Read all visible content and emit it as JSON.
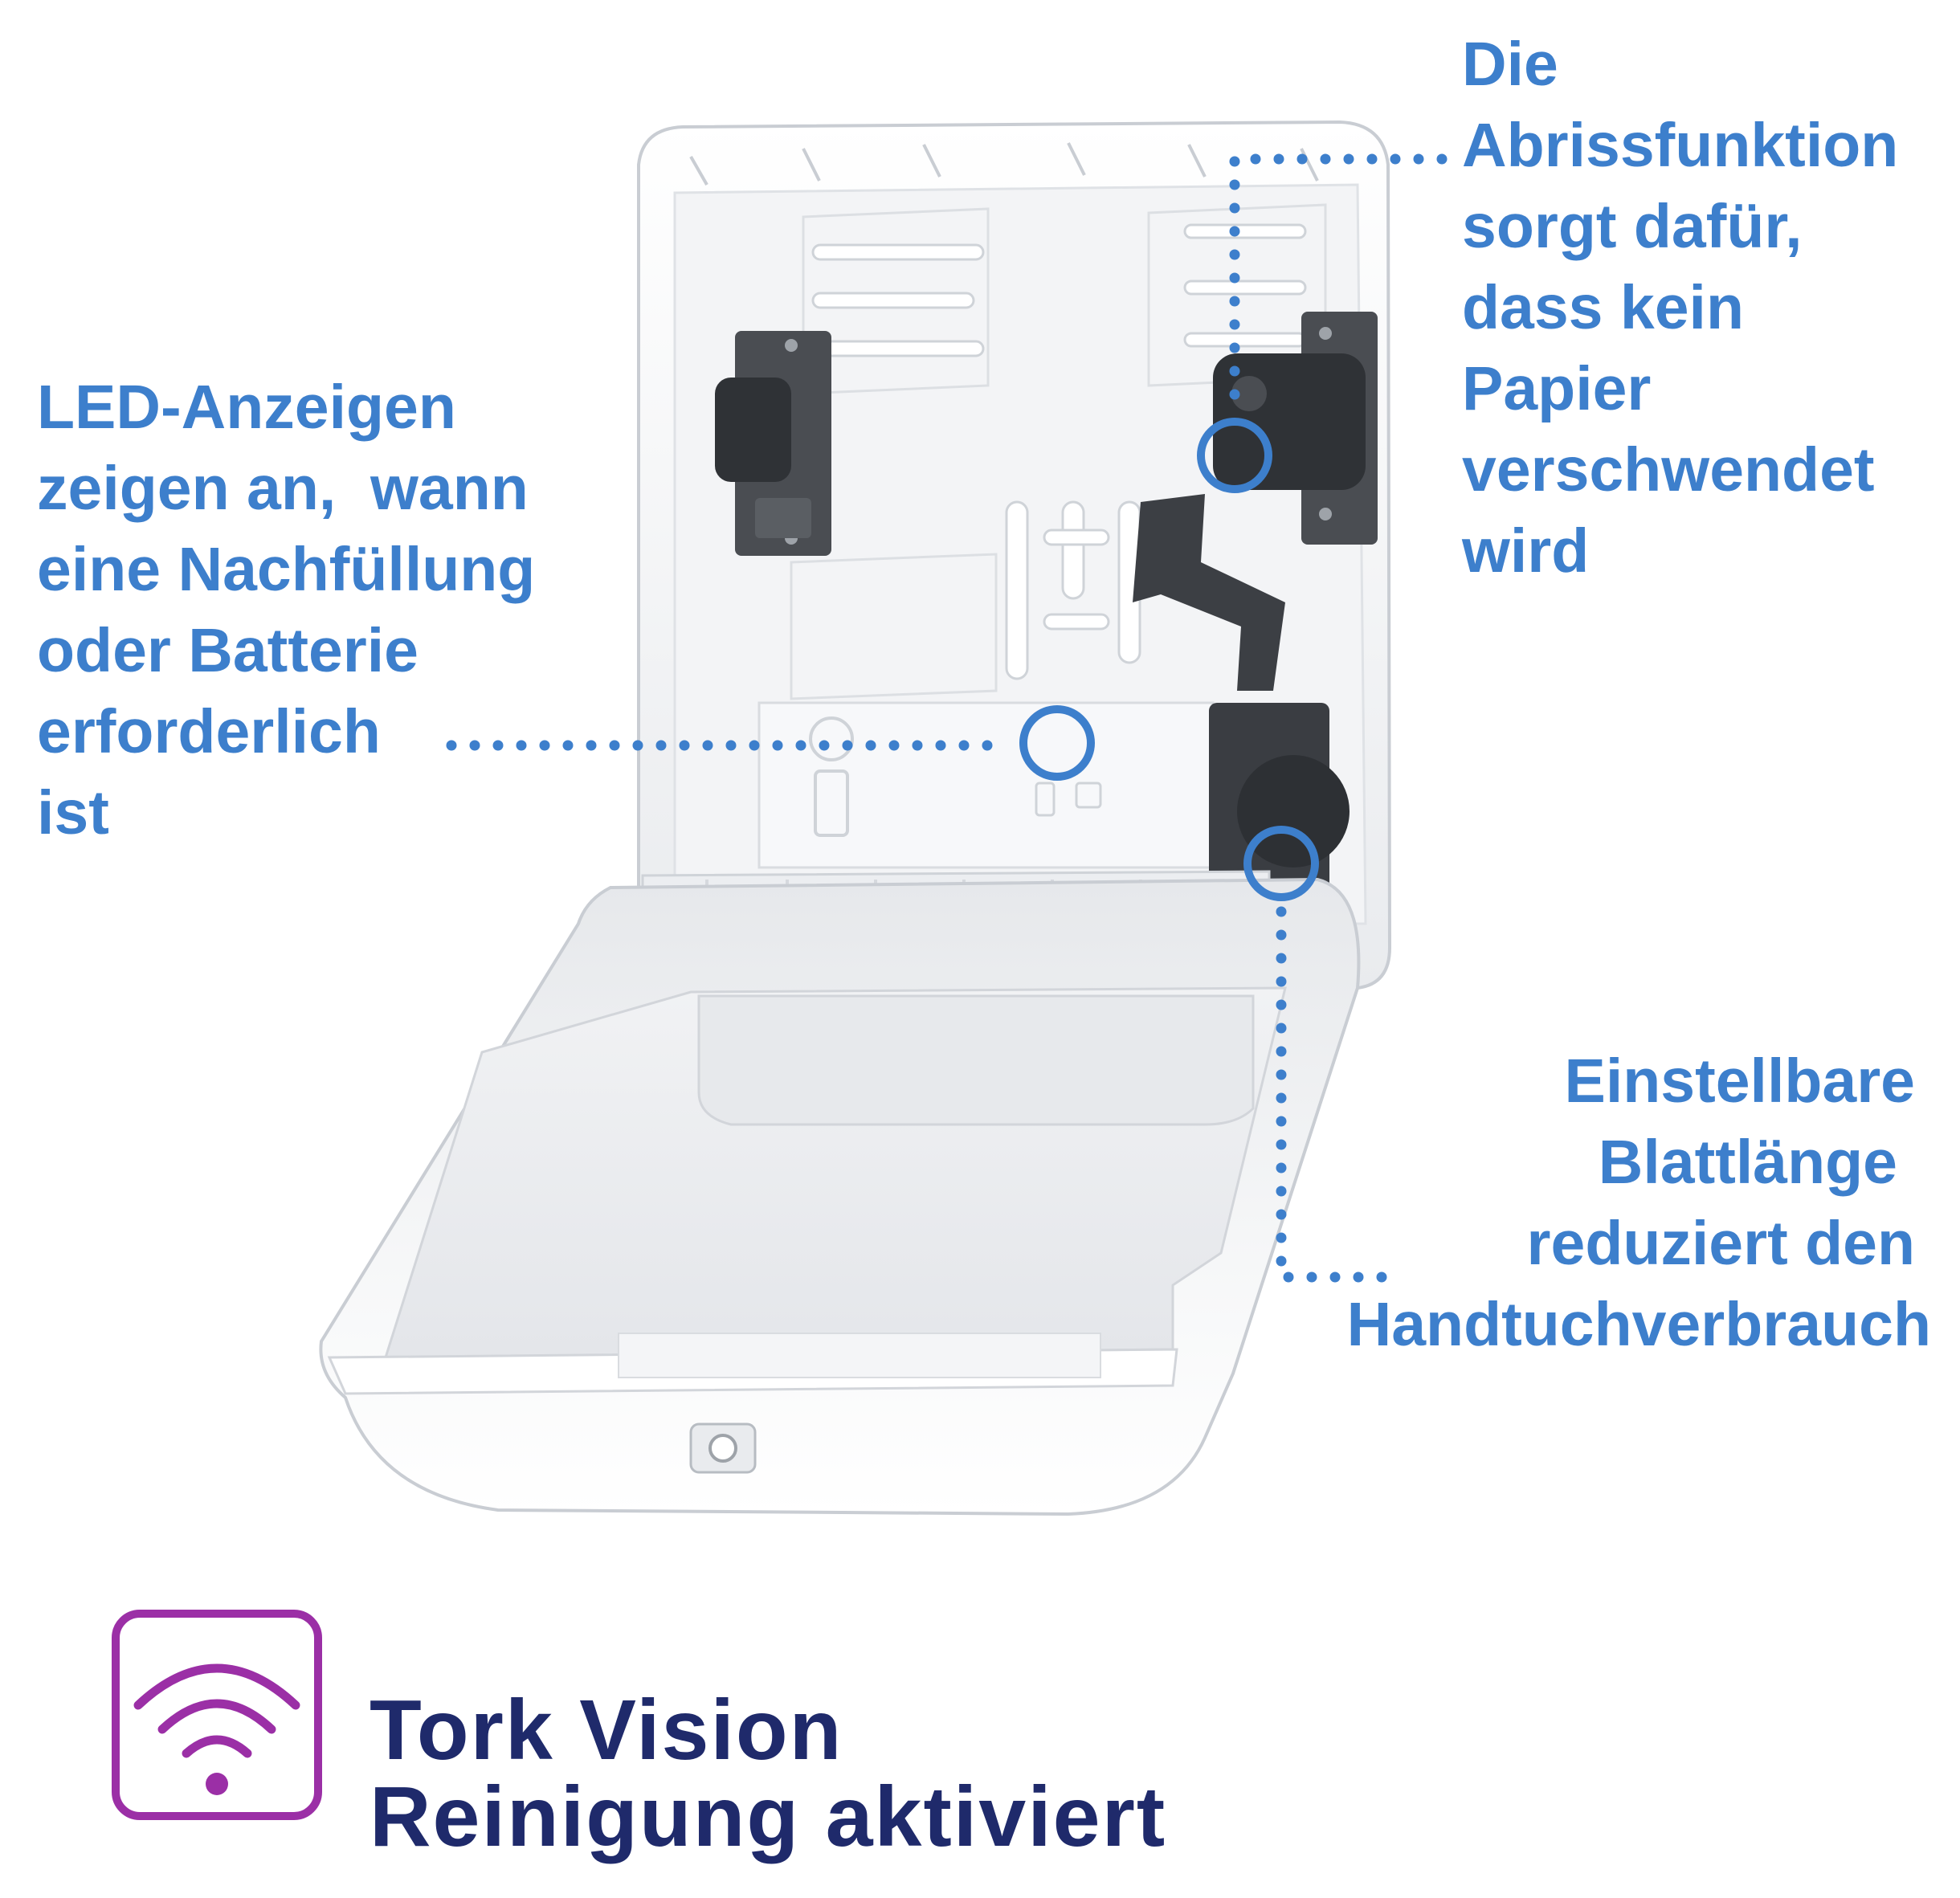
{
  "colors": {
    "annotation_blue": "#3d7fcc",
    "footer_navy": "#1f2a6b",
    "badge_purple": "#9b2fa6",
    "dispenser_white": "#f4f5f7",
    "dispenser_shadow": "#cfd3d9",
    "mechanism_dark": "#3c3f44"
  },
  "callouts": {
    "led": {
      "lines": [
        "LED-Anzeigen",
        "zeigen an,  wann",
        "eine Nachfüllung",
        "oder Batterie",
        "erforderlich",
        "ist"
      ]
    },
    "tear_off": {
      "lines": [
        "Die",
        "Abrissfunktion",
        "sorgt dafür,",
        "dass kein",
        "Papier",
        "verschwendet",
        "wird"
      ]
    },
    "sheet_length": {
      "lines": [
        "Einstellbare",
        "Blattlänge",
        "reduziert den",
        "Handtuchverbrauch"
      ]
    }
  },
  "footer": {
    "icon": "wifi-icon",
    "title_line1": "Tork Vision",
    "title_line2": "Reinigung aktiviert"
  },
  "illustration": {
    "subject": "paper-towel-dispenser-open"
  }
}
